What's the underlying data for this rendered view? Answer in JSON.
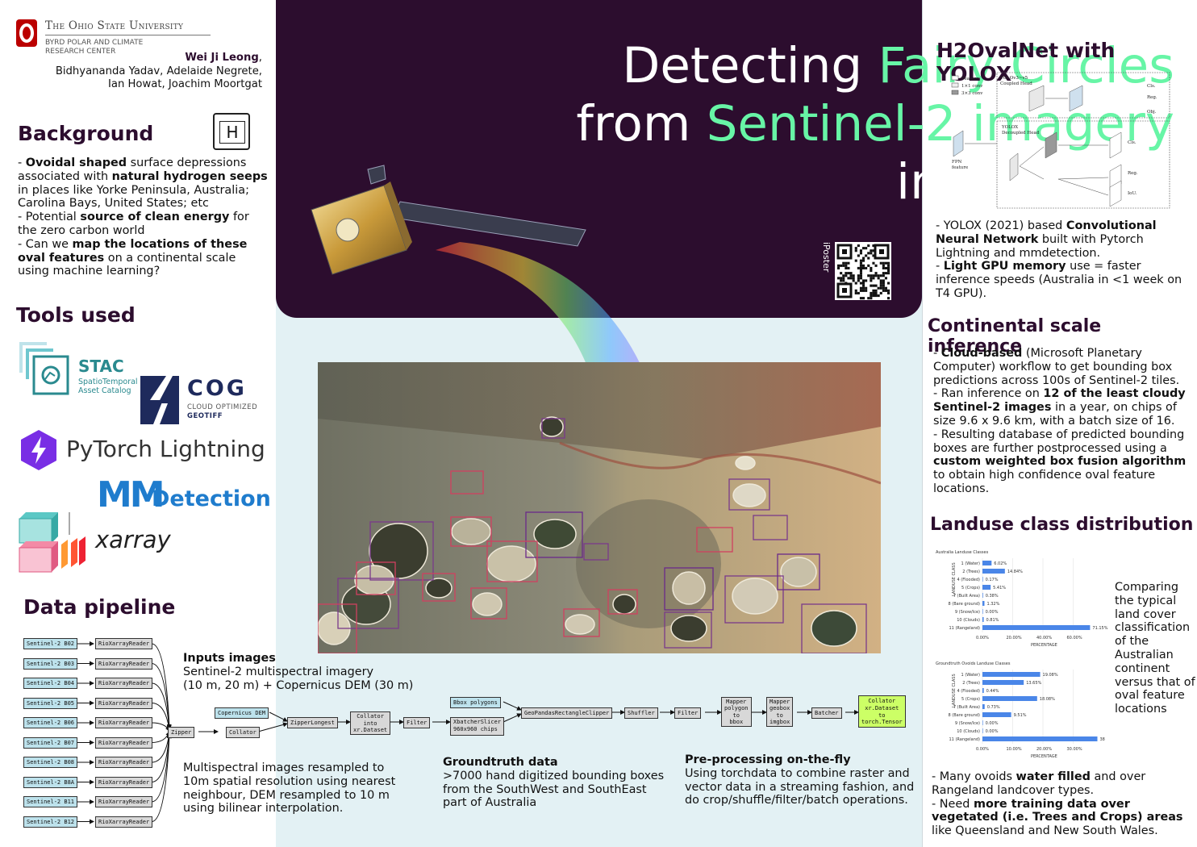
{
  "header": {
    "university": "The Ohio State University",
    "center_line1": "BYRD POLAR AND CLIMATE",
    "center_line2": "RESEARCH CENTER",
    "title_w1": "Detecting ",
    "title_w2": "Fairy Circles",
    "title_w3": "from ",
    "title_w4": "Sentinel-2 imagery",
    "title_w5": "in Australia",
    "iposter": "iPoster"
  },
  "authors": {
    "lead": "Wei Ji Leong",
    "lead_sep": ",",
    "line2": "Bidhyananda Yadav, Adelaide Negrete,",
    "line3": "Ian Howat, Joachim Moortgat"
  },
  "background": {
    "heading": "Background",
    "h_icon": "H",
    "b1_a": "- ",
    "b1_b": "Ovoidal shaped",
    "b1_c": " surface depressions associated with ",
    "b1_d": "natural hydrogen seeps",
    "b1_e": " in places like Yorke Peninsula, Australia; Carolina Bays, United States; etc",
    "b2_a": "- Potential ",
    "b2_b": "source of clean energy",
    "b2_c": " for the zero carbon world",
    "b3_a": "- Can we ",
    "b3_b": "map the locations of these oval features",
    "b3_c": " on a continental scale using machine learning?"
  },
  "tools": {
    "heading": "Tools used",
    "stac": "STAC",
    "stac_sub1": "SpatioTemporal",
    "stac_sub2": "Asset Catalog",
    "cog": "COG",
    "cog_sub1": "CLOUD OPTIMIZED",
    "cog_sub2": "GEOTIFF",
    "pytorch": "PyTorch Lightning",
    "mm": "MM",
    "detection": "Detection",
    "xarray": "xarray"
  },
  "pipeline": {
    "heading": "Data pipeline",
    "bands": [
      "Sentinel-2 B02",
      "Sentinel-2 B03",
      "Sentinel-2 B04",
      "Sentinel-2 B05",
      "Sentinel-2 B06",
      "Sentinel-2 B07",
      "Sentinel-2 B08",
      "Sentinel-2 B8A",
      "Sentinel-2 B11",
      "Sentinel-2 B12"
    ],
    "reader": "RioXarrayReader",
    "zipper": "Zipper",
    "dem": "Copernicus DEM",
    "collator": "Collator",
    "zipper_longest": "ZipperLongest",
    "collator_into_1": "Collator",
    "collator_into_2": "into",
    "collator_into_3": "xr.Dataset",
    "filter": "Filter",
    "bbox_polygons": "Bbox polygons",
    "xbatcher_1": "XbatcherSlicer",
    "xbatcher_2": "960x960 chips",
    "geopandas": "GeoPandasRectangleClipper",
    "shuffler": "Shuffler",
    "mapper_poly_1": "Mapper",
    "mapper_poly_2": "polygon",
    "mapper_poly_3": "to",
    "mapper_poly_4": "bbox",
    "mapper_geo_1": "Mapper",
    "mapper_geo_2": "geobox",
    "mapper_geo_3": "to",
    "mapper_geo_4": "imgbox",
    "batcher": "Batcher",
    "final_1": "Collator",
    "final_2": "xr.Dataset",
    "final_3": "to",
    "final_4": "torch.Tensor",
    "inputs_title": "Inputs images",
    "inputs_l1": "Sentinel-2 multispectral imagery",
    "inputs_l2": "(10 m, 20 m) + Copernicus DEM (30 m)",
    "resample": "Multispectral images resampled to 10m spatial resolution using nearest neighbour, DEM resampled to 10 m using bilinear interpolation.",
    "gt_title": "Groundtruth data",
    "gt_text": ">7000 hand digitized bounding boxes from the SouthWest and SouthEast part of Australia",
    "pre_title": "Pre-processing on-the-fly",
    "pre_text": "Using torchdata to combine raster and vector data in a streaming fashion, and do crop/shuffle/filter/batch operations."
  },
  "h2oval": {
    "heading": "H2OvalNet with YOLOX",
    "legend_feature": "Feature",
    "legend_1x1": "1×1 conv",
    "legend_3x3": "3×3 conv",
    "coupled": "YOLOv3~v5",
    "coupled2": "Coupled Head",
    "decoupled": "YOLOX",
    "decoupled2": "Decoupled Head",
    "fpn": "FPN",
    "fpn2": "feature",
    "cls": "Cls.",
    "reg": "Reg.",
    "obj": "Obj.",
    "iou": "IoU.",
    "t1_a": "- YOLOX (2021) based ",
    "t1_b": "Convolutional Neural Network",
    "t1_c": " built with Pytorch Lightning and mmdetection.",
    "t2_a": "- ",
    "t2_b": "Light GPU memory",
    "t2_c": " use = faster inference speeds (Australia in <1 week on T4 GPU)."
  },
  "inference": {
    "heading": "Continental scale inference",
    "p1_a": "- ",
    "p1_b": "Cloud-based",
    "p1_c": " (Microsoft Planetary Computer) workflow to get bounding box predictions across 100s of Sentinel-2 tiles.",
    "p2_a": "- Ran inference on ",
    "p2_b": "12 of the least cloudy Sentinel-2 images",
    "p2_c": " in a year, on chips of size 9.6 x 9.6 km, with a batch size of 16.",
    "p3_a": "- Resulting database of predicted bounding boxes are further postprocessed using a ",
    "p3_b": "custom weighted box fusion algorithm",
    "p3_c": " to obtain high confidence oval feature locations."
  },
  "landuse": {
    "heading": "Landuse class distribution",
    "side_text": "Comparing the typical land cover classification of the Australian continent versus that of oval feature locations",
    "t1_a": "- Many ovoids ",
    "t1_b": "water filled",
    "t1_c": " and over Rangeland landcover types.",
    "t2_a": "- Need ",
    "t2_b": "more training data over vegetated (i.e. Trees and Crops) areas",
    "t2_c": " like Queensland and New South Wales."
  },
  "chart_data": [
    {
      "type": "bar",
      "orientation": "horizontal",
      "title": "Australia Landuse Classes",
      "ylabel": "LANDUSE CLASS",
      "xlabel": "PERCENTAGE",
      "categories": [
        "1 (Water)",
        "2 (Trees)",
        "4 (Flooded)",
        "5 (Crops)",
        "7 (Built Area)",
        "8 (Bare ground)",
        "9 (Snow/Ice)",
        "10 (Clouds)",
        "11 (Rangeland)"
      ],
      "values": [
        6.02,
        14.84,
        0.17,
        5.41,
        0.38,
        1.32,
        0.0,
        0.81,
        71.15
      ],
      "value_labels": [
        "6.02%",
        "14.84%",
        "0.17%",
        "5.41%",
        "0.38%",
        "1.32%",
        "0.00%",
        "0.81%",
        "71.15%"
      ],
      "xticks": [
        "0.00%",
        "20.00%",
        "40.00%",
        "60.00%"
      ],
      "xlim": [
        0,
        80
      ],
      "color": "#4a86e8"
    },
    {
      "type": "bar",
      "orientation": "horizontal",
      "title": "Groundtruth Ovoids Landuse Classes",
      "ylabel": "LANDUSE CLASS",
      "xlabel": "PERCENTAGE",
      "categories": [
        "1 (Water)",
        "2 (Trees)",
        "4 (Flooded)",
        "5 (Crops)",
        "7 (Built Area)",
        "8 (Bare ground)",
        "9 (Snow/Ice)",
        "10 (Clouds)",
        "11 (Rangeland)"
      ],
      "values": [
        19.08,
        13.65,
        0.44,
        18.08,
        0.73,
        9.51,
        0.0,
        0.0,
        38
      ],
      "value_labels": [
        "19.08%",
        "13.65%",
        "0.44%",
        "18.08%",
        "0.73%",
        "9.51%",
        "0.00%",
        "0.00%",
        "38"
      ],
      "xticks": [
        "0.00%",
        "10.00%",
        "20.00%",
        "30.00%"
      ],
      "xlim": [
        0,
        40
      ],
      "color": "#4a86e8"
    }
  ],
  "colors": {
    "header_bg": "#2c0d2e",
    "accent_green": "#67f5a6",
    "heading_purple": "#2c0d2e",
    "center_bg": "#e3f1f4",
    "osu_red": "#bb0000"
  }
}
